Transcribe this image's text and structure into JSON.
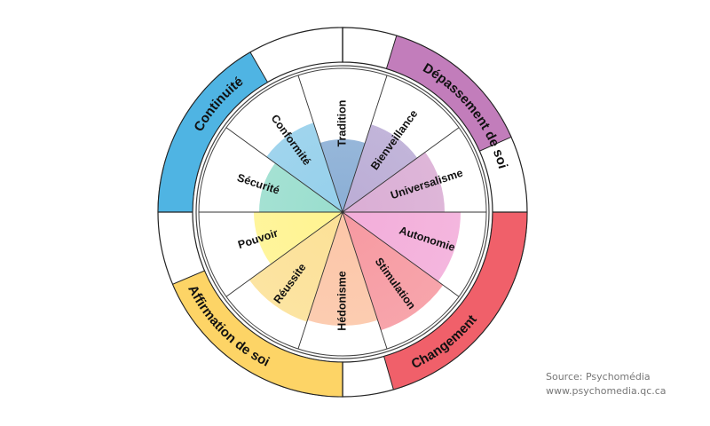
{
  "values": [
    {
      "label": "Tradition",
      "color": "#84aad3",
      "level": 82
    },
    {
      "label": "Bienveillance",
      "color": "#b7a8d3",
      "level": 104
    },
    {
      "label": "Universalisme",
      "color": "#d8a9d2",
      "level": 115
    },
    {
      "label": "Autonomie",
      "color": "#f2a9d8",
      "level": 133
    },
    {
      "label": "Stimulation",
      "color": "#f6949c",
      "level": 140
    },
    {
      "label": "Hédonisme",
      "color": "#fcc3a3",
      "level": 128
    },
    {
      "label": "Réussite",
      "color": "#fcdf91",
      "level": 130
    },
    {
      "label": "Pouvoir",
      "color": "#fff38a",
      "level": 100
    },
    {
      "label": "Sécurité",
      "color": "#94dccb",
      "level": 94
    },
    {
      "label": "Conformité",
      "color": "#8fcdea",
      "level": 106
    }
  ],
  "groups": [
    {
      "label": "Continuité",
      "color": "#4fb4e3"
    },
    {
      "label": "Dépassement de soi",
      "color": "#c27dbb"
    },
    {
      "label": "Changement",
      "color": "#f0606a"
    },
    {
      "label": "Affirmation de soi",
      "color": "#fdd466"
    }
  ],
  "source": {
    "line1": "Source: Psychomédia",
    "line2": "www.psychomedia.qc.ca"
  }
}
